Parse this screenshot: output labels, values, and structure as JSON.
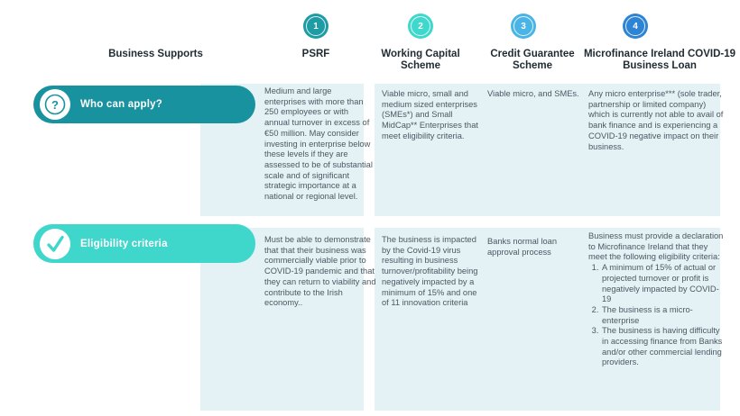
{
  "header": {
    "row_label": "Business Supports",
    "columns": [
      {
        "number": "1",
        "label": "PSRF",
        "color": "#1E9CA3"
      },
      {
        "number": "2",
        "label": "Working Capital Scheme",
        "color": "#3FD8CC"
      },
      {
        "number": "3",
        "label": "Credit Guarantee Scheme",
        "color": "#4AB4E6"
      },
      {
        "number": "4",
        "label": "Microfinance Ireland COVID-19 Business Loan",
        "color": "#2E84D4"
      }
    ]
  },
  "rows": {
    "who_can_apply": {
      "label": "Who can apply?",
      "icon": "person-question-icon",
      "pill_color": "#17929E",
      "cells": {
        "psrf": "Medium and large enterprises with more than 250 employees or with annual turnover in excess of €50 million. May consider investing in enterprise below these levels if they are assessed to be of substantial scale and of significant strategic importance at a national or regional level.",
        "wcs": "Viable micro, small and medium sized enterprises (SMEs*) and Small MidCap** Enterprises that meet eligibility criteria.",
        "cgs": "Viable micro, and SMEs.",
        "mfi": "Any micro enterprise*** (sole trader, partnership or limited company) which is currently not able to avail of bank finance and is experiencing a COVID-19 negative impact on their business."
      }
    },
    "eligibility": {
      "label": "Eligibility criteria",
      "icon": "checkmark-icon",
      "pill_color": "#3FD6CB",
      "cells": {
        "psrf": "Must be able to demonstrate that that their business was commercially viable prior to COVID-19 pandemic and that they can return to viability and contribute to the Irish economy..",
        "wcs": "The business is impacted by the Covid-19 virus resulting in business turnover/profitability being negatively impacted by a minimum of 15% and one of 11 innovation criteria",
        "cgs": "Banks normal loan approval process",
        "mfi_intro": "Business must provide a declaration to Microfinance Ireland that they meet the following eligibility criteria:",
        "mfi_items": [
          "A minimum of 15% of actual or projected turnover or profit is negatively impacted by COVID-19",
          "The business is a micro-enterprise",
          "The business is having difficulty in accessing finance from Banks and/or other commercial lending providers."
        ]
      }
    }
  },
  "colors": {
    "cell_band": "#E4F1F5",
    "cell_text": "#4A5962",
    "header_text": "#1F2B33",
    "pill_who": "#17929E",
    "pill_eligibility": "#3FD6CB"
  }
}
